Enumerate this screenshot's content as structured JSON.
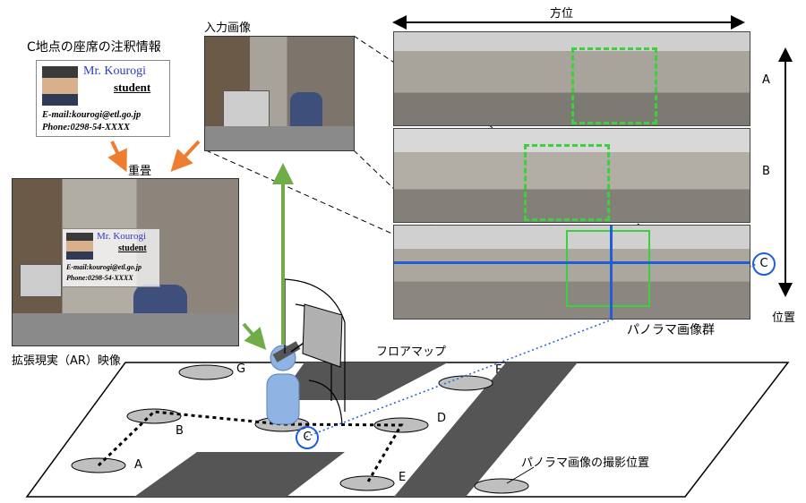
{
  "labels": {
    "annotation_title": "C地点の座席の注釈情報",
    "input_image": "入力画像",
    "superimpose": "重畳",
    "ar_image": "拡張現実（AR）映像",
    "floor_map": "フロアマップ",
    "panorama_group": "パノラマ画像群",
    "shooting_position": "パノラマ画像の撮影位置",
    "azimuth": "方位",
    "position": "位置"
  },
  "card": {
    "name": "Mr. Kourogi",
    "role": "student",
    "email": "E-mail:kourogi@etl.go.jp",
    "phone": "Phone:0298-54-XXXX"
  },
  "panorama_rows": [
    "A",
    "B",
    "C"
  ],
  "map_points": [
    "A",
    "B",
    "C",
    "D",
    "E",
    "F",
    "G"
  ],
  "colors": {
    "green": "#70ad47",
    "orange": "#ed7d31",
    "blue": "#1f5fd6",
    "dark": "#555555"
  }
}
